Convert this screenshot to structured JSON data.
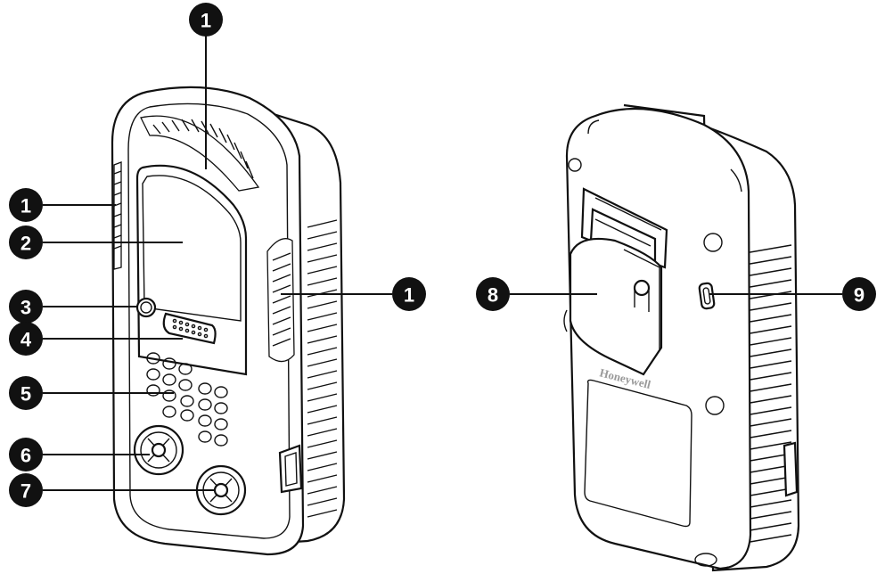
{
  "brand": {
    "logo_text": "Honeywell"
  },
  "callouts": [
    {
      "id": "c1-top",
      "label": "1"
    },
    {
      "id": "c1-left",
      "label": "1"
    },
    {
      "id": "c2",
      "label": "2"
    },
    {
      "id": "c3",
      "label": "3"
    },
    {
      "id": "c4",
      "label": "4"
    },
    {
      "id": "c5",
      "label": "5"
    },
    {
      "id": "c6",
      "label": "6"
    },
    {
      "id": "c7",
      "label": "7"
    },
    {
      "id": "c1-right",
      "label": "1"
    },
    {
      "id": "c8",
      "label": "8"
    },
    {
      "id": "c9",
      "label": "9"
    }
  ],
  "colors": {
    "line": "#111111",
    "background": "#ffffff",
    "logo": "#9a9a9a"
  }
}
